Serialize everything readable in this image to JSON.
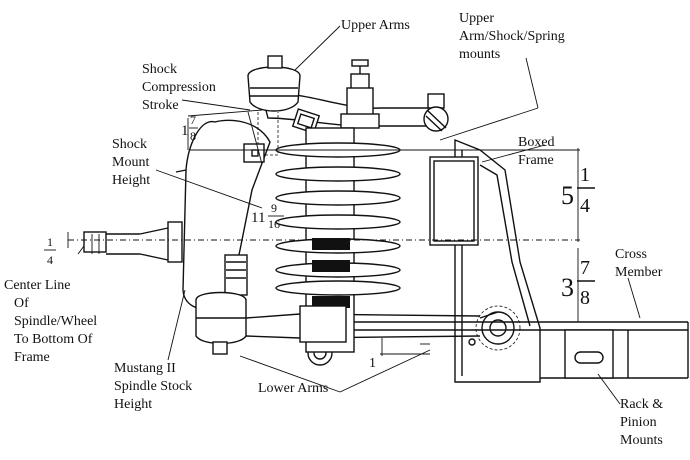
{
  "labels": {
    "upper_arms": "Upper Arms",
    "upper_mounts_1": "Upper",
    "upper_mounts_2": "Arm/Shock/Spring",
    "upper_mounts_3": "mounts",
    "shock_comp_1": "Shock",
    "shock_comp_2": "Compression",
    "shock_comp_3": "Stroke",
    "boxed_frame_1": "Boxed",
    "boxed_frame_2": "Frame",
    "shock_mount_1": "Shock",
    "shock_mount_2": "Mount",
    "shock_mount_3": "Height",
    "cross_member_1": "Cross",
    "cross_member_2": "Member",
    "center_line_1": "Center Line",
    "center_line_2": "Of",
    "center_line_3": "Spindle/Wheel",
    "center_line_4": "To Bottom Of",
    "center_line_5": "Frame",
    "mustang_1": "Mustang II",
    "mustang_2": "Spindle Stock",
    "mustang_3": "Height",
    "lower_arms": "Lower Arms",
    "rack_1": "Rack &",
    "rack_2": "Pinion",
    "rack_3": "Mounts"
  },
  "dimensions": {
    "stroke": {
      "whole": "1",
      "num": "7",
      "den": "8"
    },
    "shock_height": {
      "whole": "11",
      "num": "9",
      "den": "16"
    },
    "upper": {
      "whole": "5",
      "num": "1",
      "den": "4"
    },
    "lower": {
      "whole": "3",
      "num": "7",
      "den": "8"
    },
    "center_line": {
      "num": "1",
      "den": "4"
    },
    "lower_offset": "1"
  }
}
